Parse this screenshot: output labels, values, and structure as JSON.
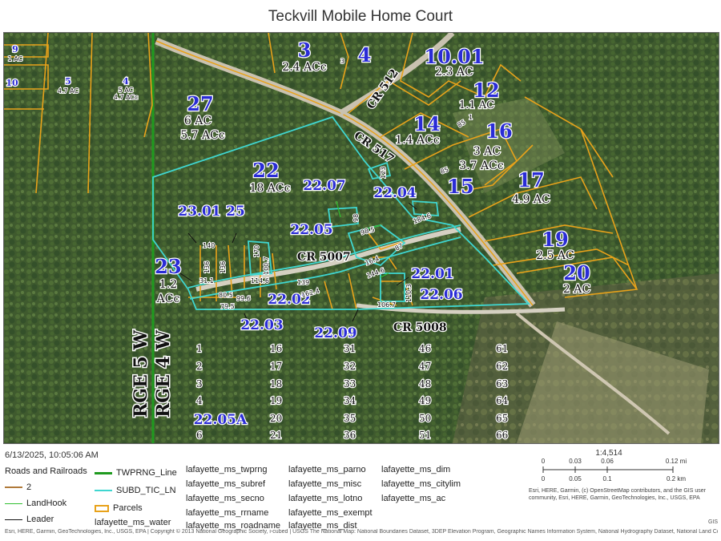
{
  "title": "Teckvill Mobile Home Court",
  "timestamp": "6/13/2025, 10:05:06 AM",
  "map": {
    "parcel_labels_blue": [
      "3",
      "4",
      "10.01",
      "12",
      "14",
      "16",
      "15",
      "17",
      "19",
      "20",
      "27",
      "22",
      "22.07",
      "22.04",
      "23.01",
      "25",
      "22.05",
      "23",
      "22.01",
      "22.02",
      "22.06",
      "22.03",
      "22.09",
      "22.05A",
      "9",
      "10",
      "5",
      "4"
    ],
    "acreage_labels": [
      "2.4 ACc",
      "2.3 AC",
      "1.1 AC",
      "1.4 ACc",
      "3 AC",
      "3.7 ACc",
      "4.9 AC",
      "2.5 AC",
      "2 AC",
      "6 AC",
      "5.7 ACc",
      "18 ACc",
      "1.2",
      "ACc",
      "1 AC",
      "4.7 AC",
      "5 AC",
      "4.7 ACc"
    ],
    "road_labels": [
      "CR 512",
      "CR 517",
      "CR 5007",
      "CR 5008"
    ],
    "township_labels": [
      "RGE 5 W",
      "RGE 4 W"
    ],
    "dimension_labels": [
      "3",
      "1",
      "85",
      "85",
      "184.6",
      "98.5",
      "123",
      "98",
      "136",
      "136",
      "114.6",
      "100.7",
      "170",
      "16.4",
      "144.6",
      "162.4",
      "139",
      "106.7",
      "87",
      "110.3",
      "80.5",
      "79.5",
      "99.6",
      "31.1",
      "140"
    ],
    "section_numbers": {
      "col1": [
        "1",
        "2",
        "3",
        "4",
        "6"
      ],
      "col2": [
        "16",
        "17",
        "18",
        "19",
        "20",
        "21"
      ],
      "col3": [
        "31",
        "32",
        "33",
        "34",
        "35",
        "36"
      ],
      "col4": [
        "46",
        "47",
        "48",
        "49",
        "50",
        "51"
      ],
      "col5": [
        "61",
        "62",
        "63",
        "64",
        "65",
        "66"
      ]
    },
    "colors": {
      "parcel": "#e8a21a",
      "subdivision": "#3fd6d0",
      "township": "#1f9a1f",
      "parcel_label": "#2a2cd6"
    }
  },
  "legend": {
    "group_title": "Roads and Railroads",
    "roads_item": "2",
    "landhook": "LandHook",
    "leader": "Leader",
    "twprng": "TWPRNG_Line",
    "subd": "SUBD_TIC_LN",
    "parcels": "Parcels",
    "water": "lafayette_ms_water",
    "layers_col1": [
      "lafayette_ms_twprng",
      "lafayette_ms_subref",
      "lafayette_ms_secno",
      "lafayette_ms_rrname",
      "lafayette_ms_roadname"
    ],
    "layers_col2": [
      "lafayette_ms_parno",
      "lafayette_ms_misc",
      "lafayette_ms_lotno",
      "lafayette_ms_exempt",
      "lafayette_ms_dist"
    ],
    "layers_col3": [
      "lafayette_ms_dim",
      "lafayette_ms_citylim",
      "lafayette_ms_ac"
    ]
  },
  "scale": {
    "ratio": "1:4,514",
    "mi_ticks": [
      "0",
      "0.03",
      "0.06",
      "0.12 mi"
    ],
    "km_ticks": [
      "0",
      "0.05",
      "0.1",
      "0.2 km"
    ],
    "credits": "Esri, HERE, Garmin, (c) OpenStreetMap contributors, and the GIS user community, Esri, HERE, Garmin, GeoTechnologies, Inc., USGS, EPA"
  },
  "gis_tag": "GIS",
  "bottom_credits": "Esri, HERE, Garmin, GeoTechnologies, Inc., USGS, EPA | Copyright © 2013 National Geographic Society, i-cubed | USGS The National Map: National Boundaries Dataset, 3DEP Elevation Program, Geographic Names Information System, National Hydrography Dataset, National Land Cover"
}
